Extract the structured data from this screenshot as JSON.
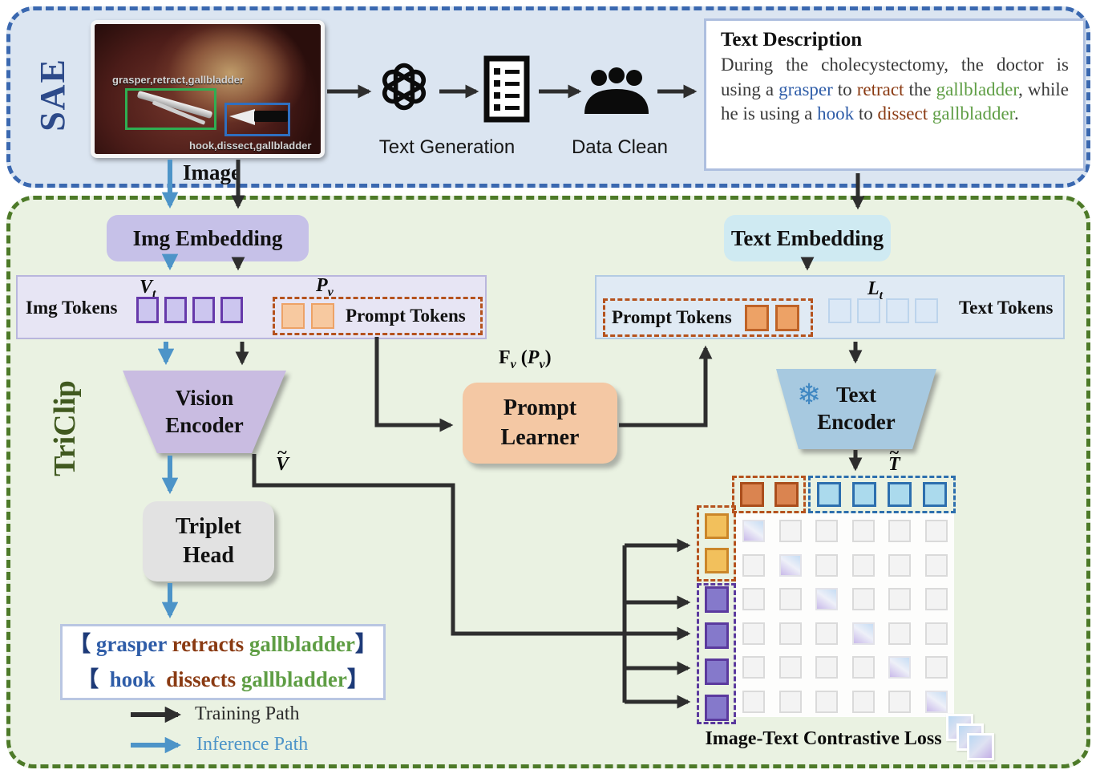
{
  "colors": {
    "tool": "#2f5da8",
    "action": "#8a3a12",
    "target": "#5f9e45",
    "bracket": "#1d3a78",
    "default": "#222222",
    "sae_border": "#3a68b0",
    "triclip_border": "#4d7a28",
    "training_arrow": "#2e2e2e",
    "inference_arrow": "#4d94c8"
  },
  "sae": {
    "label": "SAE",
    "photo": {
      "bbox1_label": "grasper,retract,gallbladder",
      "bbox2_label": "hook,dissect,gallbladder",
      "caption": "Image"
    },
    "pipeline": {
      "text_generation_label": "Text Generation",
      "data_clean_label": "Data Clean",
      "gpt_icon": "openai-gpt-logo",
      "document_icon": "text-list-document",
      "people_icon": "people-group"
    },
    "description": {
      "title": "Text Description",
      "segments": [
        {
          "t": "During the cholecystectomy, the doctor is using a ",
          "c": "default"
        },
        {
          "t": "grasper",
          "c": "tool"
        },
        {
          "t": " to ",
          "c": "default"
        },
        {
          "t": "retract",
          "c": "action"
        },
        {
          "t": " the ",
          "c": "default"
        },
        {
          "t": "gallbladder",
          "c": "target"
        },
        {
          "t": ", while he is using a ",
          "c": "default"
        },
        {
          "t": "hook",
          "c": "tool"
        },
        {
          "t": " to ",
          "c": "default"
        },
        {
          "t": "dissect",
          "c": "action"
        },
        {
          "t": " ",
          "c": "default"
        },
        {
          "t": "gallbladder",
          "c": "target"
        },
        {
          "t": ".",
          "c": "default"
        }
      ]
    }
  },
  "triclip": {
    "label": "TriClip",
    "img_embedding": "Img Embedding",
    "text_embedding": "Text Embedding",
    "img_tokens_label": "Img Tokens",
    "prompt_tokens_label_left": "Prompt Tokens",
    "prompt_tokens_label_right": "Prompt Tokens",
    "text_tokens_label": "Text Tokens",
    "vision_encoder": [
      "Vision",
      "Encoder"
    ],
    "text_encoder": [
      "Text",
      "Encoder"
    ],
    "prompt_learner": [
      "Prompt",
      "Learner"
    ],
    "triplet_head": [
      "Triplet",
      "Head"
    ],
    "snowflake_icon": "❄",
    "tokens": {
      "img_count": 4,
      "prompt_count_left": 2,
      "prompt_count_right": 2,
      "text_count": 4
    },
    "math": {
      "vt": {
        "base": "V",
        "sub": "t"
      },
      "pv": {
        "base": "P",
        "sub": "v"
      },
      "lt": {
        "base": "L",
        "sub": "t"
      },
      "fv": {
        "f": "F",
        "fsub": "v",
        "open": " (",
        "p": "P",
        "psub": "v",
        "close": ")"
      },
      "v_tilde": {
        "base": "V",
        "tilde": "~"
      },
      "t_tilde": {
        "base": "T",
        "tilde": "~"
      }
    },
    "output": {
      "lines": [
        [
          {
            "t": "【 ",
            "c": "bracket"
          },
          {
            "t": "grasper",
            "c": "tool"
          },
          {
            "t": " ",
            "c": "default"
          },
          {
            "t": "retracts",
            "c": "action"
          },
          {
            "t": " ",
            "c": "default"
          },
          {
            "t": "gallbladder",
            "c": "target"
          },
          {
            "t": "】",
            "c": "bracket"
          }
        ],
        [
          {
            "t": "【  ",
            "c": "bracket"
          },
          {
            "t": "hook",
            "c": "tool"
          },
          {
            "t": "  ",
            "c": "default"
          },
          {
            "t": "dissects",
            "c": "action"
          },
          {
            "t": " ",
            "c": "default"
          },
          {
            "t": "gallbladder",
            "c": "target"
          },
          {
            "t": "】",
            "c": "bracket"
          }
        ]
      ]
    },
    "legend": {
      "training_label": "Training Path",
      "inference_label": "Inference Path"
    },
    "matrix": {
      "rows": 6,
      "cols": 6,
      "top_orange_count": 2,
      "top_blue_count": 4,
      "left_orange_count": 2,
      "left_purple_count": 4,
      "loss_label": "Image-Text  Contrastive Loss"
    }
  }
}
